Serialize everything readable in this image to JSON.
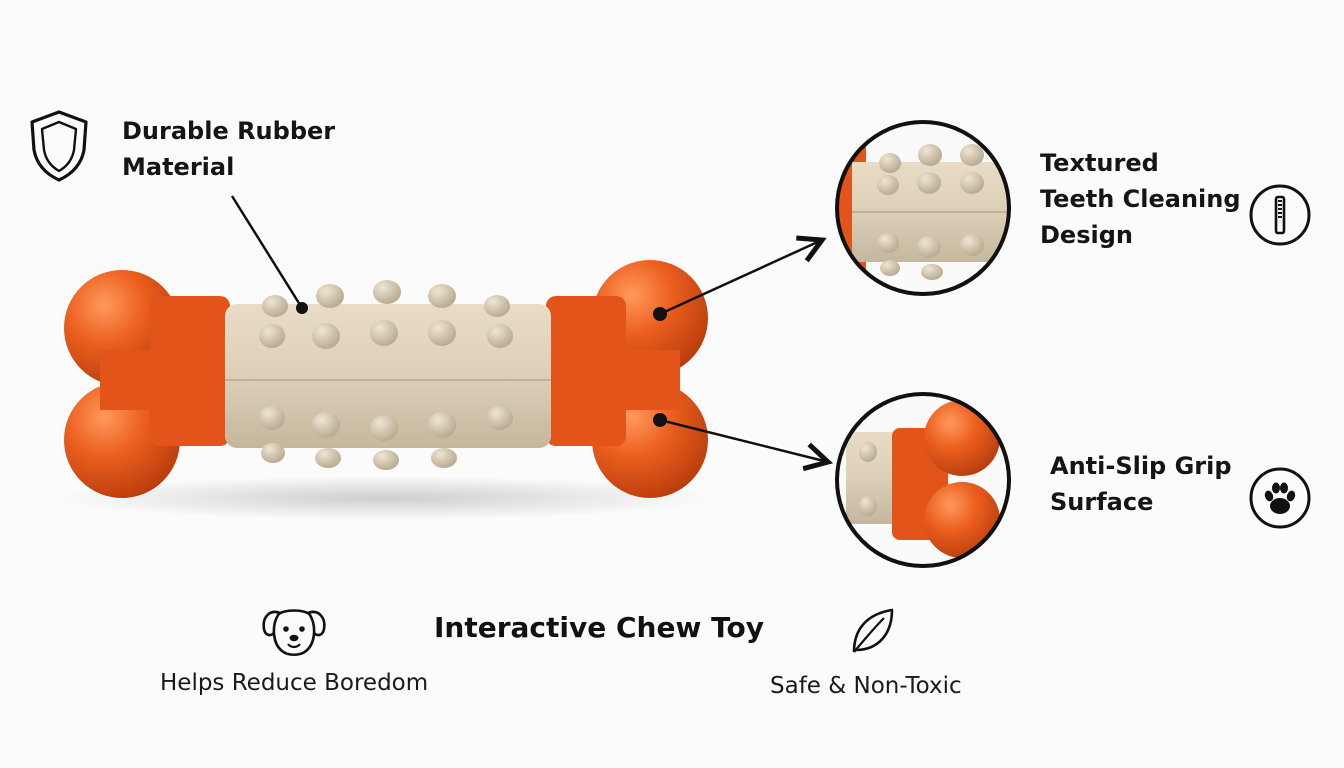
{
  "colors": {
    "orange": "#e8581a",
    "beige": "#ddd0b8",
    "ink": "#111111",
    "background": "#fbfbfb"
  },
  "features": {
    "durable": {
      "line1": "Durable Rubber",
      "line2": "Material",
      "icon": "shield-icon"
    },
    "textured": {
      "line1": "Textured",
      "line2": "Teeth Cleaning",
      "line3": "Design",
      "icon": "toothbrush-icon"
    },
    "antislip": {
      "line1": "Anti-Slip Grip",
      "line2": "Surface",
      "icon": "paw-icon"
    }
  },
  "bottom": {
    "title": "Interactive Chew Toy",
    "boredom": {
      "label": "Helps Reduce Boredom",
      "icon": "dog-face-icon"
    },
    "safe": {
      "label": "Safe & Non-Toxic",
      "icon": "leaf-icon"
    }
  }
}
